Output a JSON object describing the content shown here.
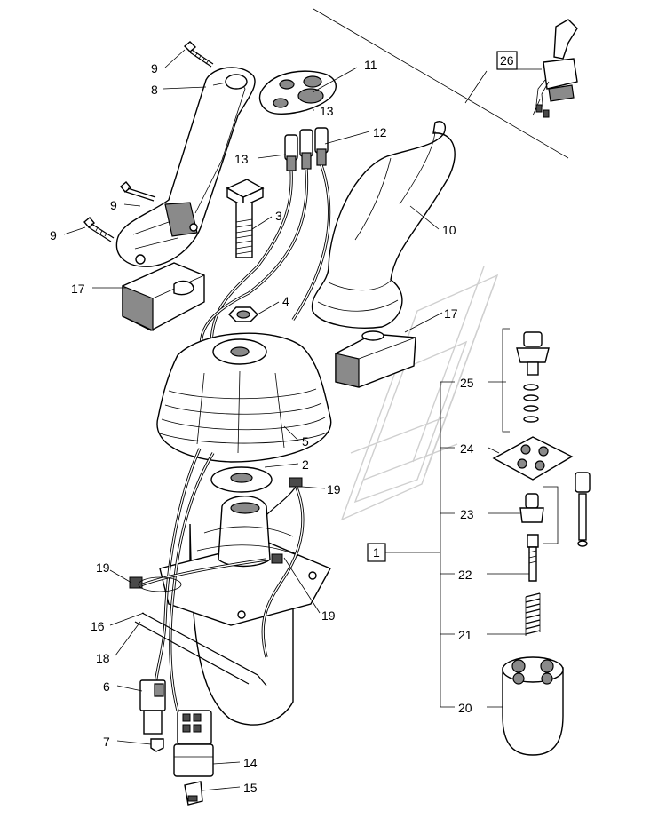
{
  "callouts": [
    {
      "id": "c9a",
      "text": "9"
    },
    {
      "id": "c8",
      "text": "8"
    },
    {
      "id": "c9b",
      "text": "9"
    },
    {
      "id": "c9c",
      "text": "9"
    },
    {
      "id": "c17a",
      "text": "17"
    },
    {
      "id": "c11",
      "text": "11"
    },
    {
      "id": "c13a",
      "text": "13"
    },
    {
      "id": "c12",
      "text": "12"
    },
    {
      "id": "c13b",
      "text": "13"
    },
    {
      "id": "c3",
      "text": "3"
    },
    {
      "id": "c4",
      "text": "4"
    },
    {
      "id": "c10",
      "text": "10"
    },
    {
      "id": "c17b",
      "text": "17"
    },
    {
      "id": "c5",
      "text": "5"
    },
    {
      "id": "c2",
      "text": "2"
    },
    {
      "id": "c19a",
      "text": "19"
    },
    {
      "id": "c19b",
      "text": "19"
    },
    {
      "id": "c19c",
      "text": "19"
    },
    {
      "id": "c16",
      "text": "16"
    },
    {
      "id": "c18",
      "text": "18"
    },
    {
      "id": "c6",
      "text": "6"
    },
    {
      "id": "c7",
      "text": "7"
    },
    {
      "id": "c14",
      "text": "14"
    },
    {
      "id": "c15",
      "text": "15"
    },
    {
      "id": "c25",
      "text": "25"
    },
    {
      "id": "c24",
      "text": "24"
    },
    {
      "id": "c23",
      "text": "23"
    },
    {
      "id": "c22",
      "text": "22"
    },
    {
      "id": "c21",
      "text": "21"
    },
    {
      "id": "c20",
      "text": "20"
    }
  ],
  "boxed": [
    {
      "id": "b26",
      "text": "26"
    },
    {
      "id": "b1",
      "text": "1"
    }
  ]
}
